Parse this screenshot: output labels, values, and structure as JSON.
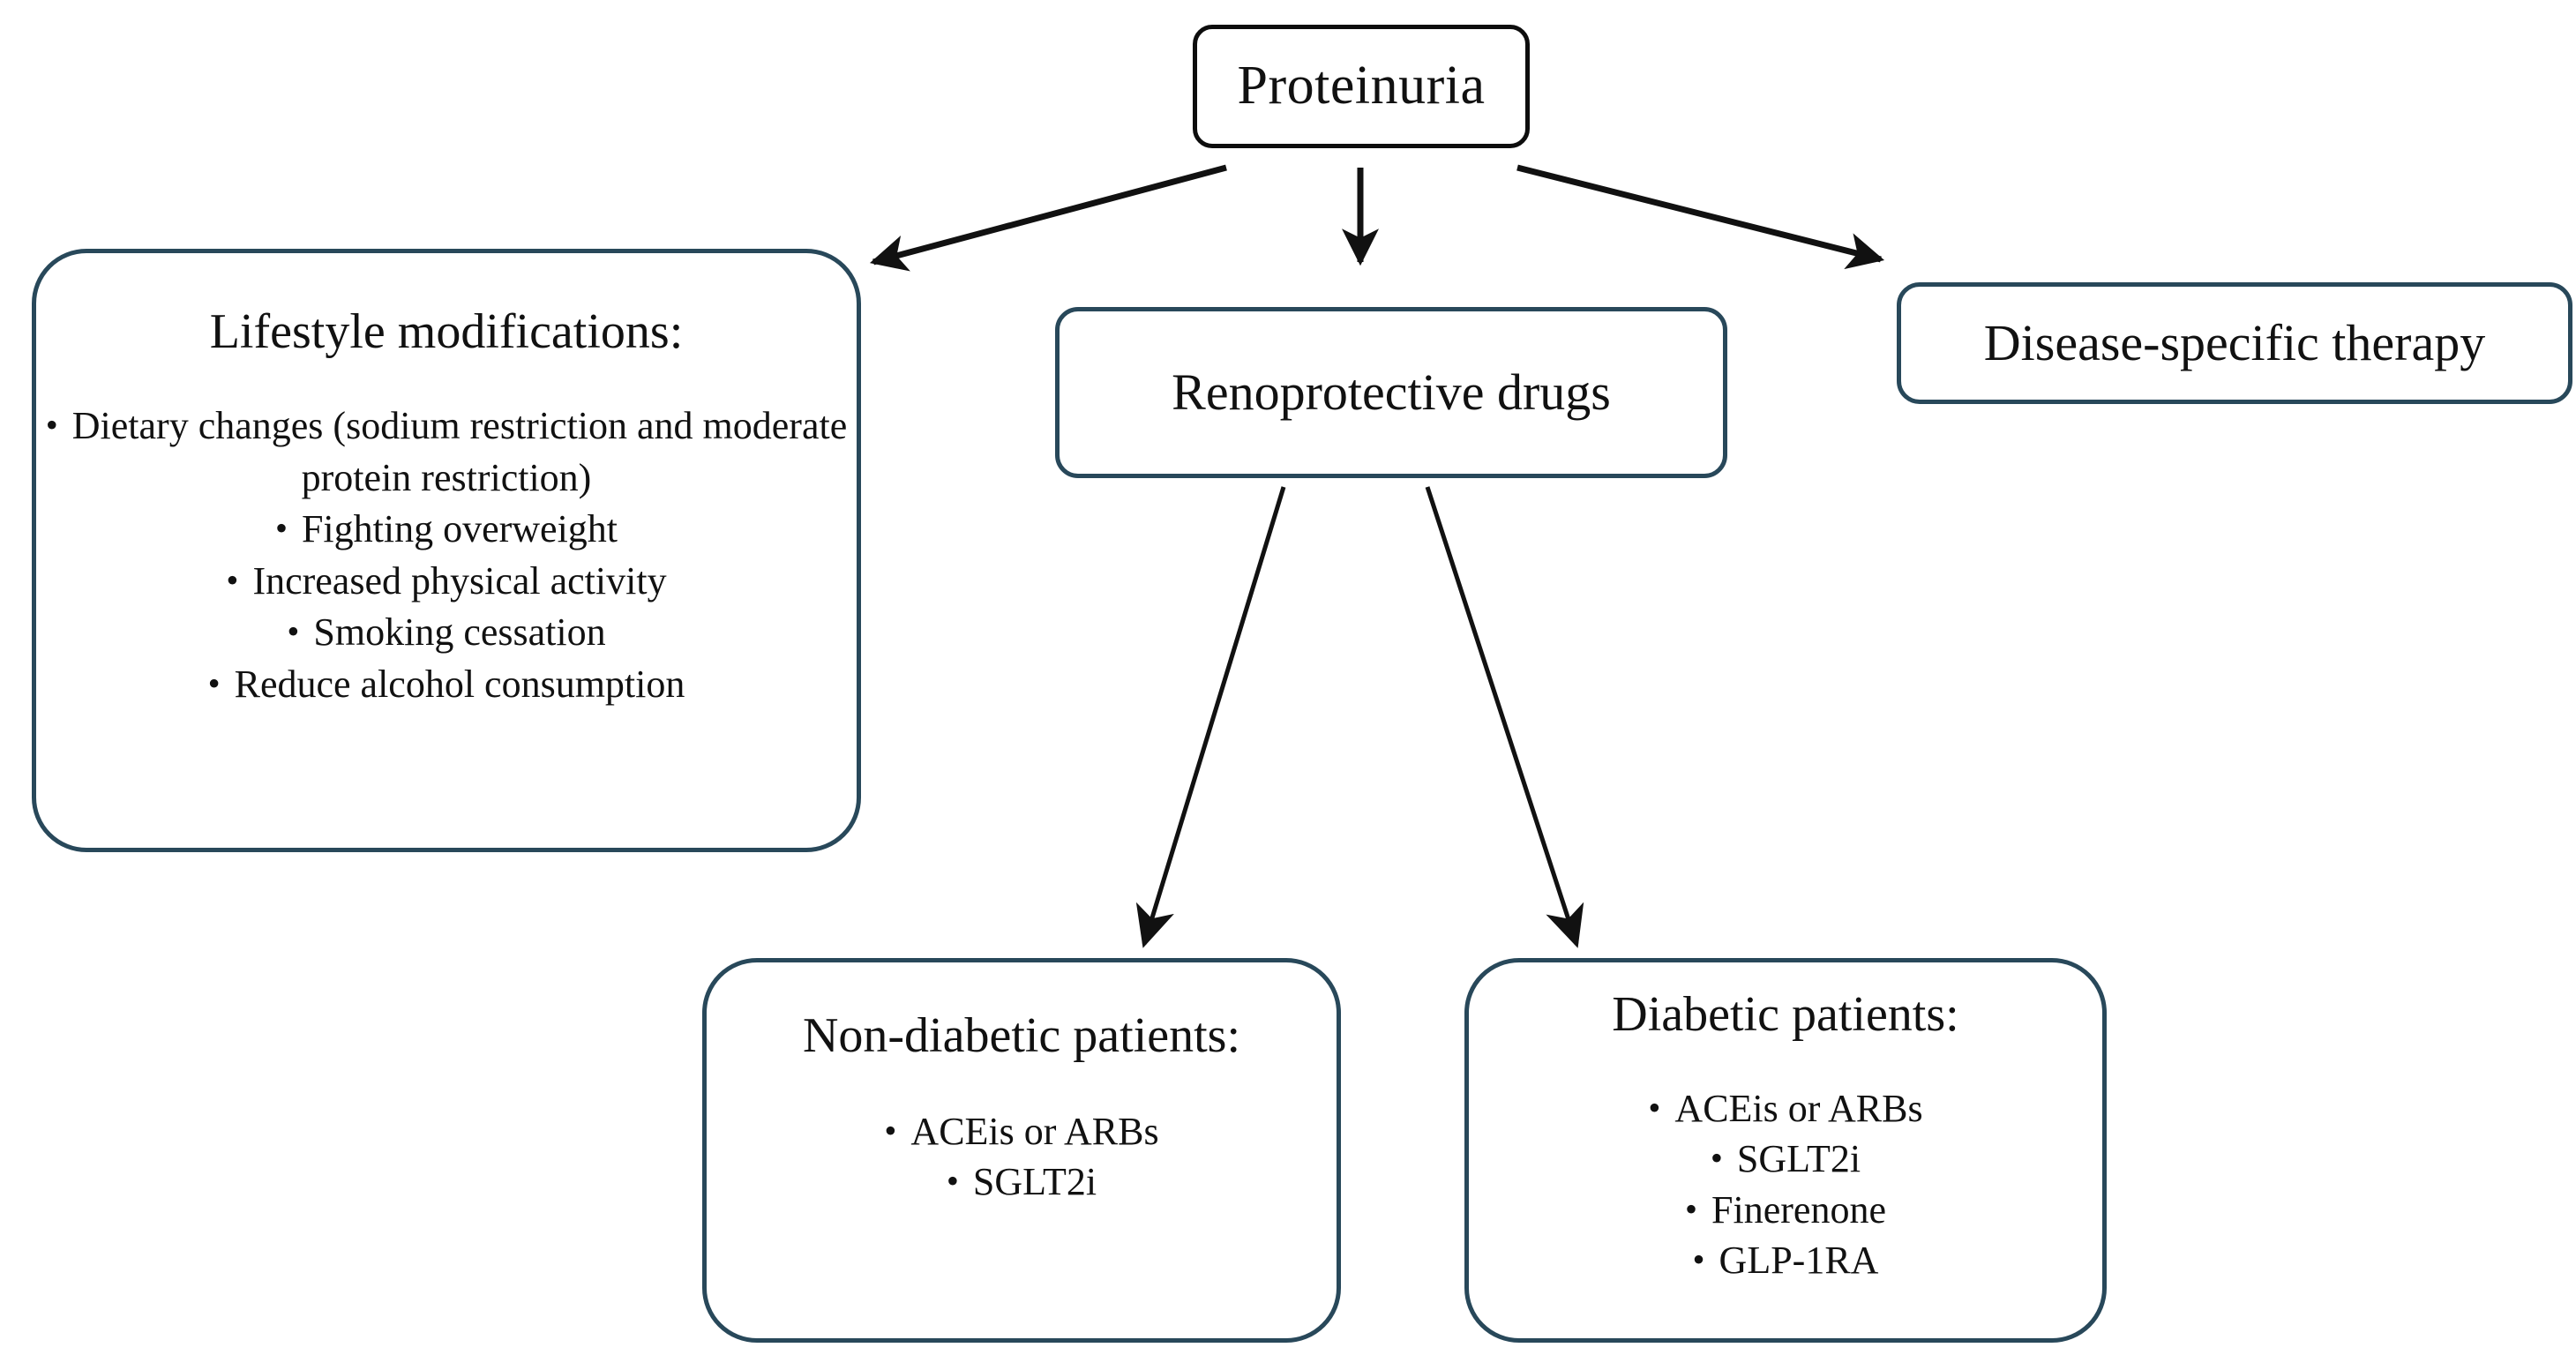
{
  "diagram": {
    "title": "Proteinuria management flowchart",
    "colors": {
      "root_border": "#0d0d0d",
      "node_border": "#28485a",
      "arrow": "#111111",
      "background": "#ffffff",
      "text": "#111111"
    },
    "bullet_glyph": "•"
  },
  "nodes": {
    "root": {
      "label": "Proteinuria"
    },
    "lifestyle": {
      "title": "Lifestyle modifications:",
      "items": [
        "Dietary changes (sodium restriction and moderate protein restriction)",
        "Fighting overweight",
        "Increased physical activity",
        "Smoking cessation",
        "Reduce alcohol consumption"
      ]
    },
    "renoprotective": {
      "label": "Renoprotective drugs"
    },
    "disease_specific": {
      "label": "Disease-specific therapy"
    },
    "non_diabetic": {
      "title": "Non-diabetic patients:",
      "items": [
        "ACEis or ARBs",
        "SGLT2i"
      ]
    },
    "diabetic": {
      "title": "Diabetic patients:",
      "items": [
        "ACEis or ARBs",
        "SGLT2i",
        "Finerenone",
        "GLP-1RA"
      ]
    }
  },
  "edges": [
    {
      "from": "root",
      "to": "lifestyle",
      "style": "arrow"
    },
    {
      "from": "root",
      "to": "renoprotective",
      "style": "arrow"
    },
    {
      "from": "root",
      "to": "disease_specific",
      "style": "arrow"
    },
    {
      "from": "renoprotective",
      "to": "non_diabetic",
      "style": "arrow"
    },
    {
      "from": "renoprotective",
      "to": "diabetic",
      "style": "arrow"
    }
  ]
}
